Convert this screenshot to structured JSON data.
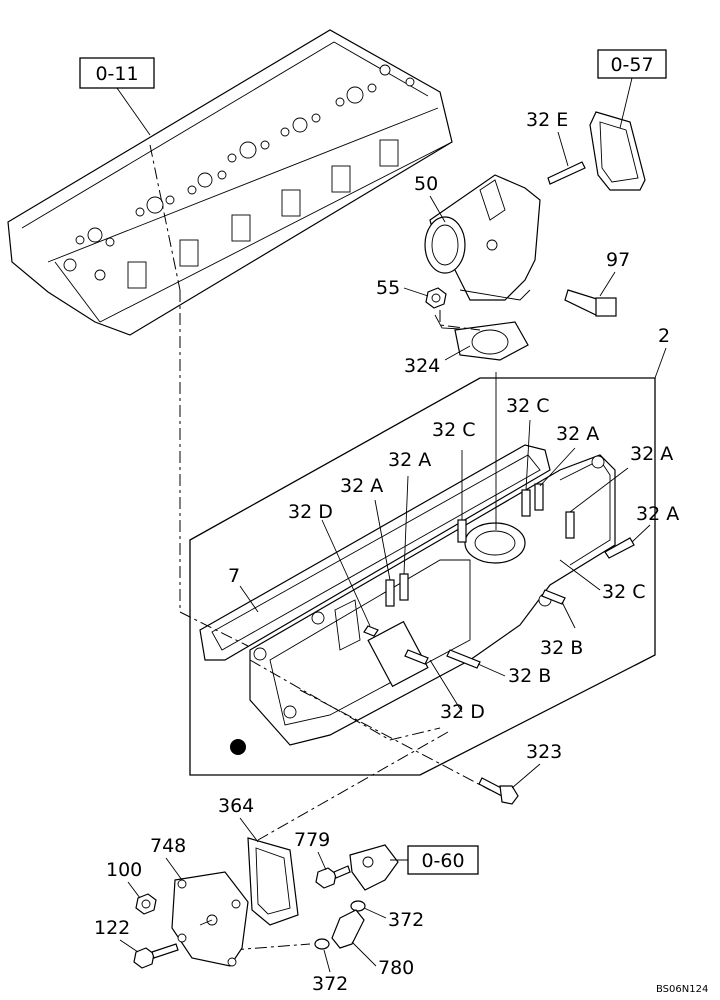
{
  "references": [
    "0-11",
    "0-57",
    "0-60"
  ],
  "callouts": {
    "c32e": "32 E",
    "c50": "50",
    "c97": "97",
    "c55": "55",
    "c324": "324",
    "c2": "2",
    "c32c_1": "32 C",
    "c32c_2": "32 C",
    "c32a_1": "32 A",
    "c32a_2": "32 A",
    "c32a_3": "32 A",
    "c32a_4": "32 A",
    "c32a_5": "32 A",
    "c32d_1": "32 D",
    "c7": "7",
    "c32c_3": "32 C",
    "c32b_1": "32 B",
    "c32b_2": "32 B",
    "c32d_2": "32 D",
    "c323": "323",
    "c364": "364",
    "c748": "748",
    "c779": "779",
    "c100": "100",
    "c372_1": "372",
    "c122": "122",
    "c780": "780",
    "c372_2": "372"
  },
  "drawing_code": "BS06N124"
}
